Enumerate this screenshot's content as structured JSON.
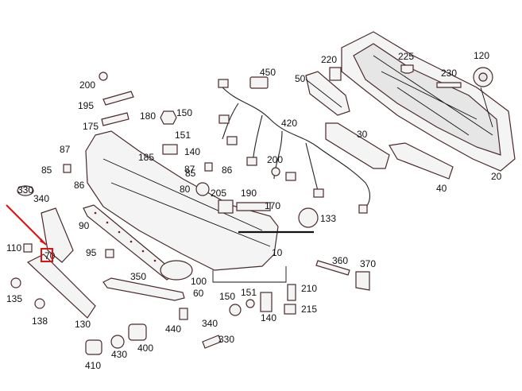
{
  "diagram": {
    "labels": {
      "p10": "10",
      "p20": "20",
      "p30": "30",
      "p40": "40",
      "p50": "50",
      "p60": "60",
      "p70": "70",
      "p80": "80",
      "p85a": "85",
      "p85b": "85",
      "p86a": "86",
      "p86b": "86",
      "p87a": "87",
      "p87b": "87",
      "p90": "90",
      "p95": "95",
      "p100": "100",
      "p110": "110",
      "p120": "120",
      "p130": "130",
      "p133": "133",
      "p135": "135",
      "p138": "138",
      "p140a": "140",
      "p140b": "140",
      "p150a": "150",
      "p150b": "150",
      "p151a": "151",
      "p151b": "151",
      "p170": "170",
      "p175": "175",
      "p180": "180",
      "p185": "185",
      "p190": "190",
      "p195": "195",
      "p200a": "200",
      "p200b": "200",
      "p205": "205",
      "p210": "210",
      "p215": "215",
      "p220": "220",
      "p225": "225",
      "p230": "230",
      "p330a": "330",
      "p330b": "330",
      "p340a": "340",
      "p340b": "340",
      "p350": "350",
      "p360": "360",
      "p370": "370",
      "p400": "400",
      "p410": "410",
      "p420": "420",
      "p430": "430",
      "p440": "440",
      "p450": "450"
    },
    "highlight": {
      "label": "70",
      "color": "#e01010"
    }
  }
}
